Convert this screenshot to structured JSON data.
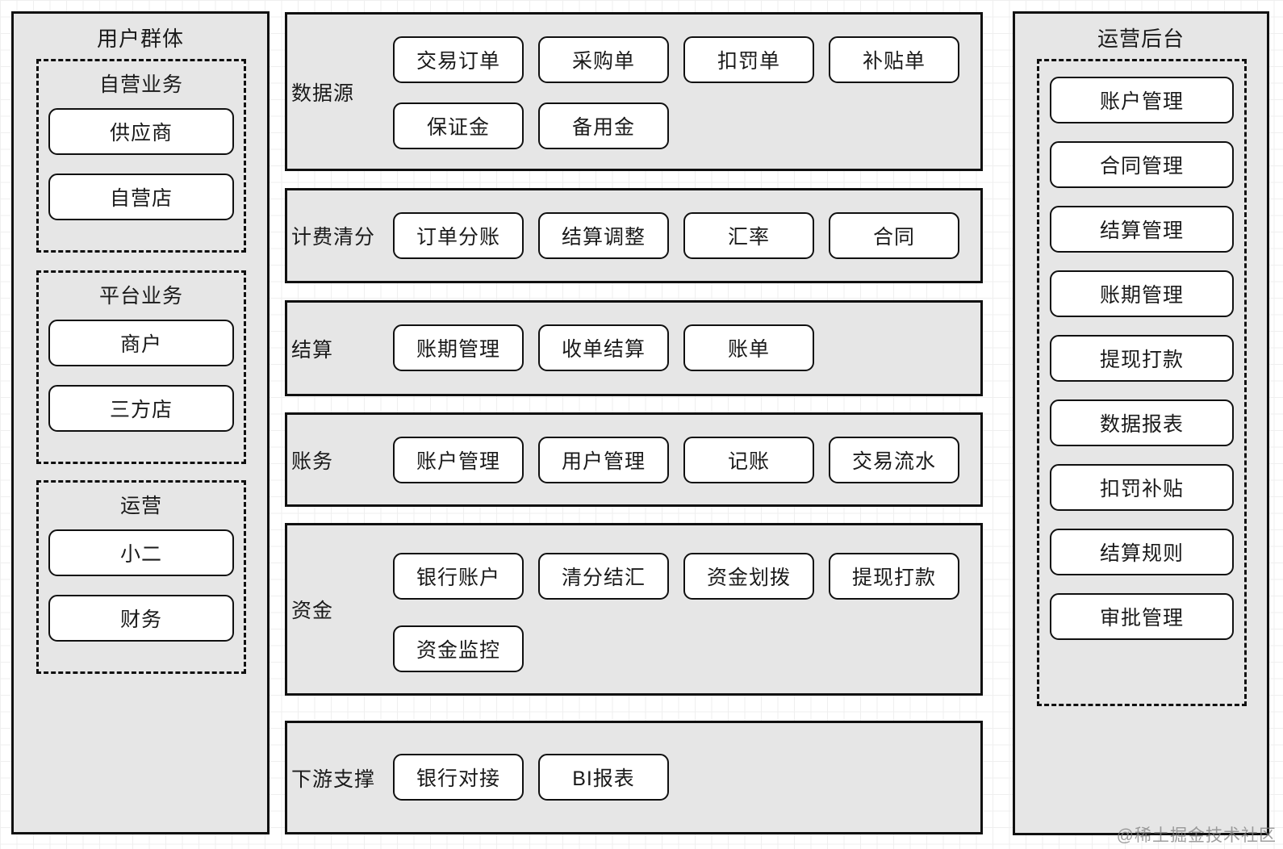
{
  "left_panel": {
    "title": "用户群体",
    "groups": [
      {
        "title": "自营业务",
        "items": [
          "供应商",
          "自营店"
        ]
      },
      {
        "title": "平台业务",
        "items": [
          "商户",
          "三方店"
        ]
      },
      {
        "title": "运营",
        "items": [
          "小二",
          "财务"
        ]
      }
    ]
  },
  "middle_rows": [
    {
      "label": "数据源",
      "items": [
        "交易订单",
        "采购单",
        "扣罚单",
        "补贴单",
        "保证金",
        "备用金"
      ]
    },
    {
      "label": "计费清分",
      "items": [
        "订单分账",
        "结算调整",
        "汇率",
        "合同"
      ]
    },
    {
      "label": "结算",
      "items": [
        "账期管理",
        "收单结算",
        "账单"
      ]
    },
    {
      "label": "账务",
      "items": [
        "账户管理",
        "用户管理",
        "记账",
        "交易流水"
      ]
    },
    {
      "label": "资金",
      "items": [
        "银行账户",
        "清分结汇",
        "资金划拨",
        "提现打款",
        "资金监控"
      ]
    },
    {
      "label": "下游支撑",
      "items": [
        "银行对接",
        "BI报表"
      ]
    }
  ],
  "right_panel": {
    "title": "运营后台",
    "items": [
      "账户管理",
      "合同管理",
      "结算管理",
      "账期管理",
      "提现打款",
      "数据报表",
      "扣罚补贴",
      "结算规则",
      "审批管理"
    ]
  },
  "watermark": "@稀土掘金技术社区",
  "colors": {
    "panel_fill": "#e6e6e6",
    "box_fill": "#ffffff",
    "border": "#101010",
    "grid_line": "#efefef",
    "watermark_text": "#7d7d7d"
  }
}
